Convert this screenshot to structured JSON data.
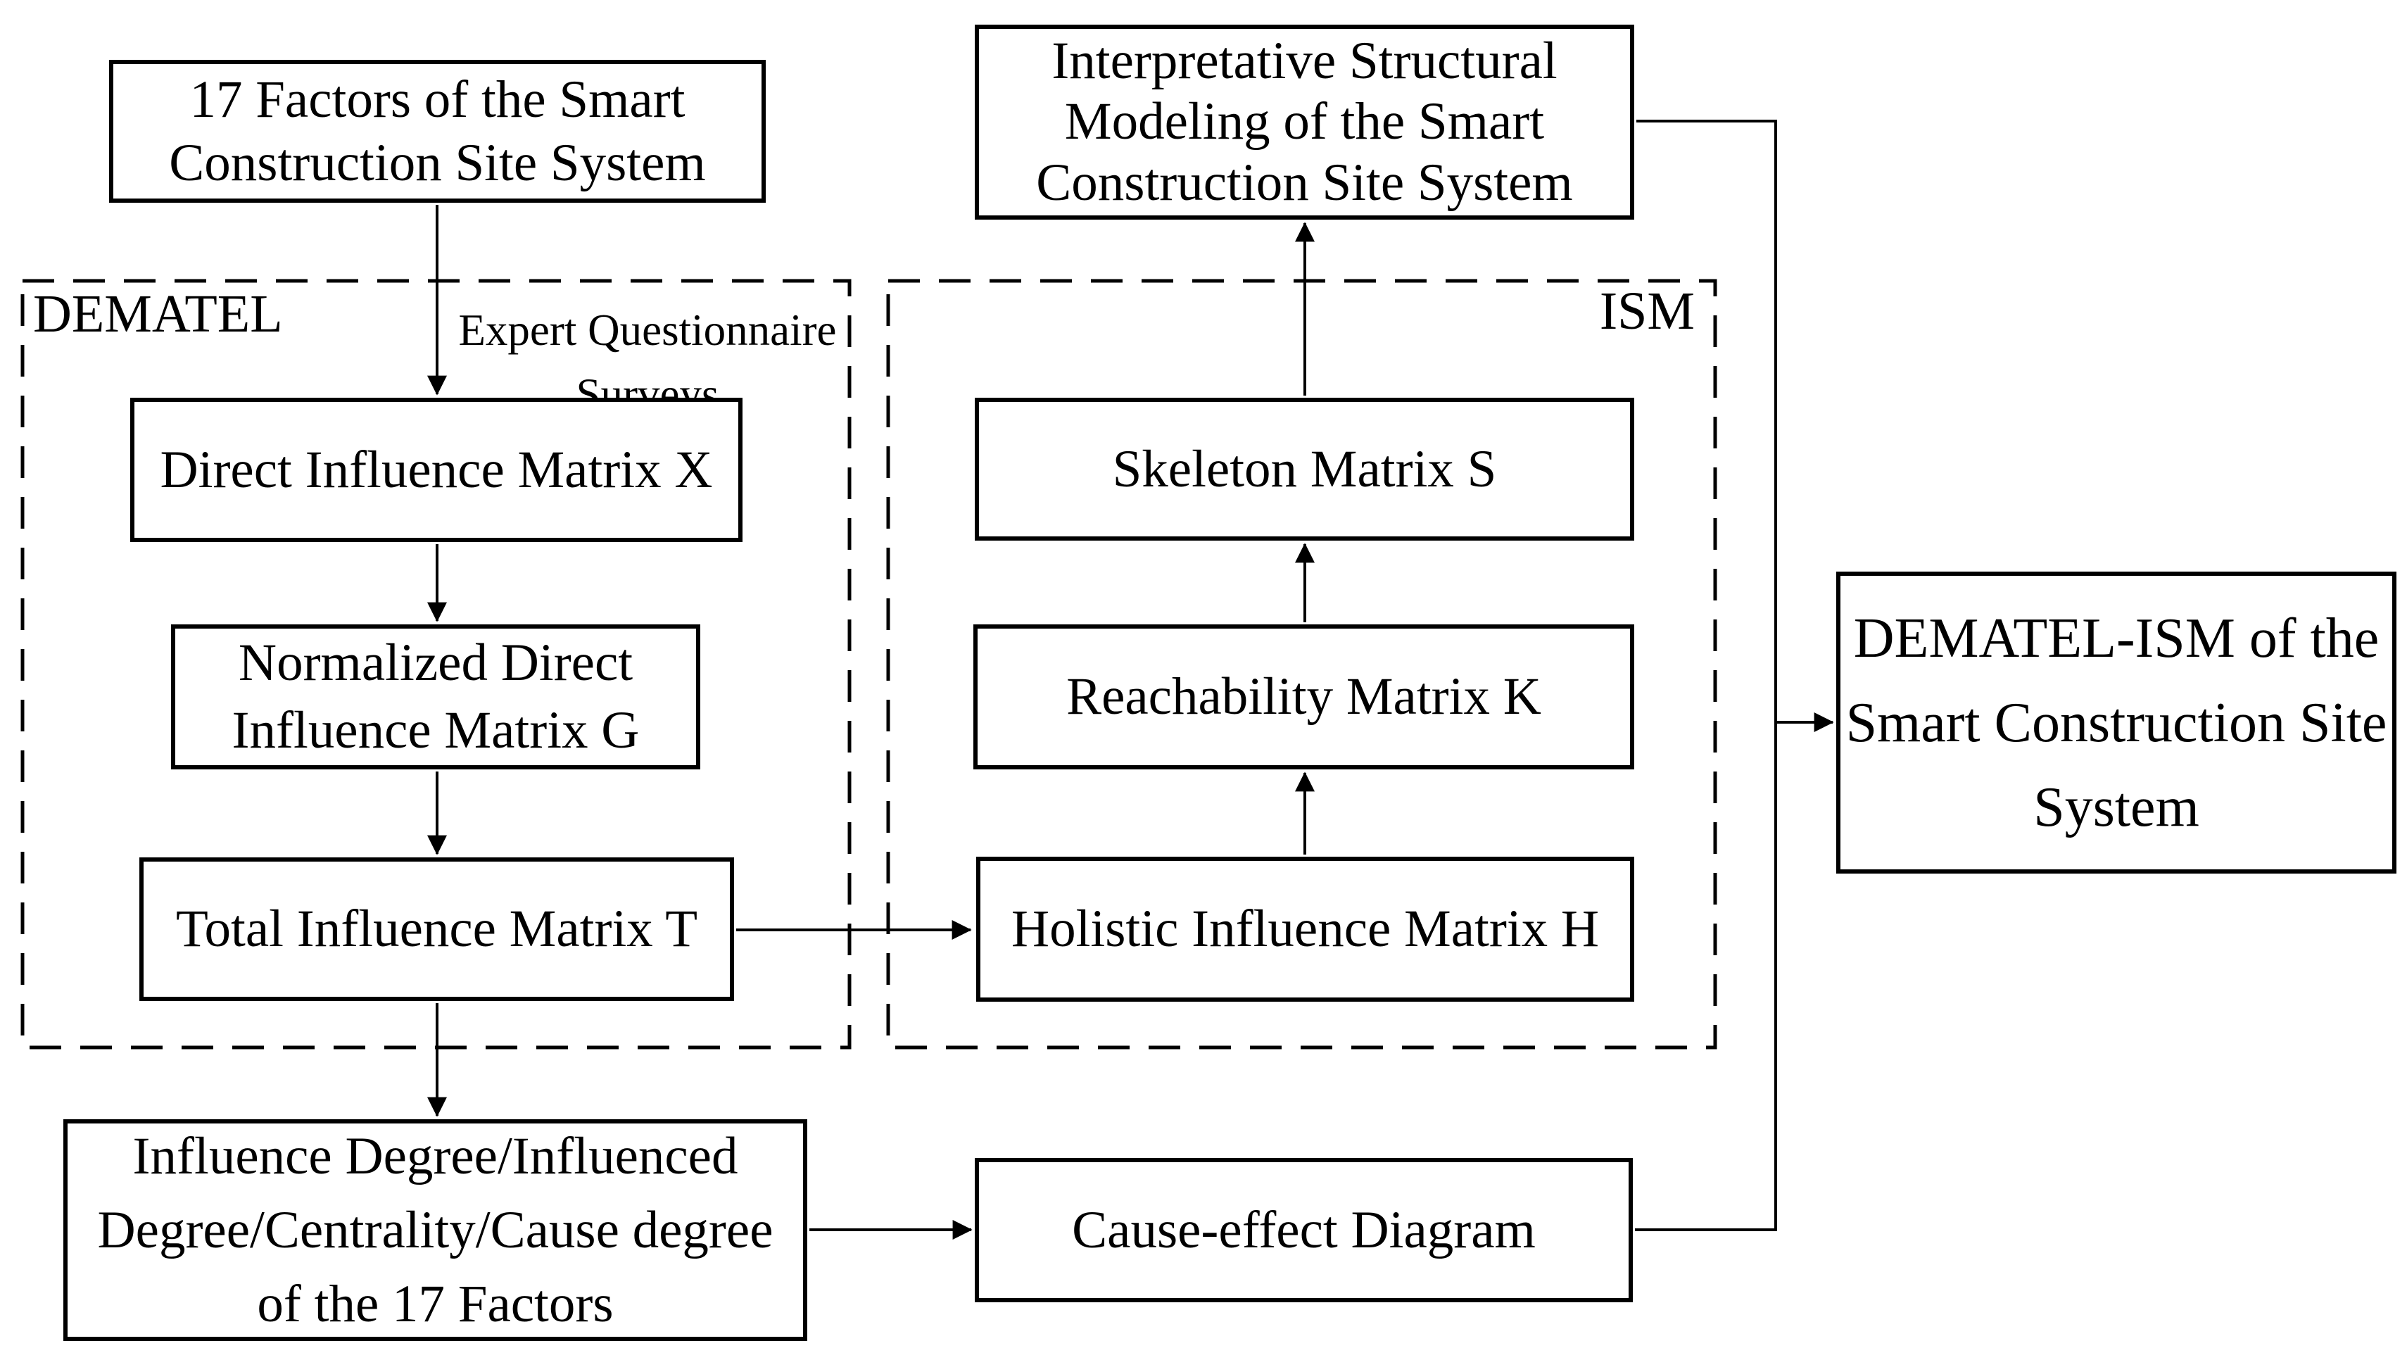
{
  "boxes": {
    "factors": {
      "line1": "17 Factors of the Smart",
      "line2": "Construction Site System"
    },
    "direct": {
      "line1": "Direct Influence Matrix X"
    },
    "normalized": {
      "line1": "Normalized Direct",
      "line2": "Influence Matrix G"
    },
    "total": {
      "line1": "Total Influence Matrix T"
    },
    "interpretative": {
      "line1": "Interpretative Structural",
      "line2": "Modeling of the Smart",
      "line3": "Construction Site System"
    },
    "skeleton": {
      "line1": "Skeleton Matrix S"
    },
    "reachability": {
      "line1": "Reachability Matrix K"
    },
    "holistic": {
      "line1": "Holistic Influence Matrix H"
    },
    "dematel_ism": {
      "line1": "DEMATEL-ISM of the",
      "line2": "Smart Construction Site",
      "line3": "System"
    },
    "influence_degree": {
      "line1": "Influence Degree/Influenced",
      "line2": "Degree/Centrality/Cause degree",
      "line3": "of the 17 Factors"
    },
    "cause_effect": {
      "line1": "Cause-effect Diagram"
    }
  },
  "group_labels": {
    "dematel": "DEMATEL",
    "ism": "ISM"
  },
  "edge_labels": {
    "expert_line1": "Expert Questionnaire",
    "expert_line2": "Surveys"
  },
  "colors": {
    "line": "#000000",
    "text": "#000000",
    "background": "#ffffff"
  }
}
